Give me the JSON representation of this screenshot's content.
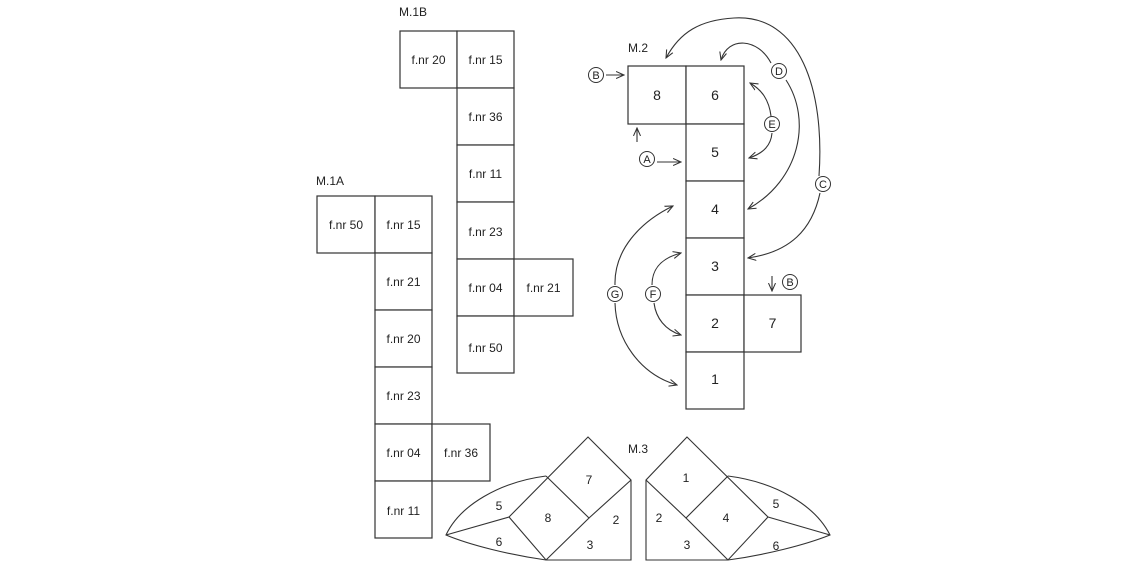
{
  "labels": {
    "m1a": "M.1A",
    "m1b": "M.1B",
    "m2": "M.2",
    "m3": "M.3"
  },
  "m1a_cells": [
    "f.nr 50",
    "f.nr 15",
    "f.nr 21",
    "f.nr 20",
    "f.nr 23",
    "f.nr 04",
    "f.nr 36",
    "f.nr 11"
  ],
  "m1b_cells": [
    "f.nr 20",
    "f.nr 15",
    "f.nr 36",
    "f.nr 11",
    "f.nr 23",
    "f.nr 04",
    "f.nr 21",
    "f.nr 50"
  ],
  "m2_cells": [
    "8",
    "6",
    "5",
    "4",
    "3",
    "2",
    "7",
    "1"
  ],
  "m2_markers": {
    "b_left": "B",
    "a": "A",
    "d": "D",
    "e": "E",
    "c": "C",
    "b_right": "B",
    "f": "F",
    "g": "G"
  },
  "m3_left": [
    "7",
    "8",
    "5",
    "6",
    "2",
    "3"
  ],
  "m3_right": [
    "1",
    "2",
    "4",
    "3",
    "5",
    "6"
  ]
}
